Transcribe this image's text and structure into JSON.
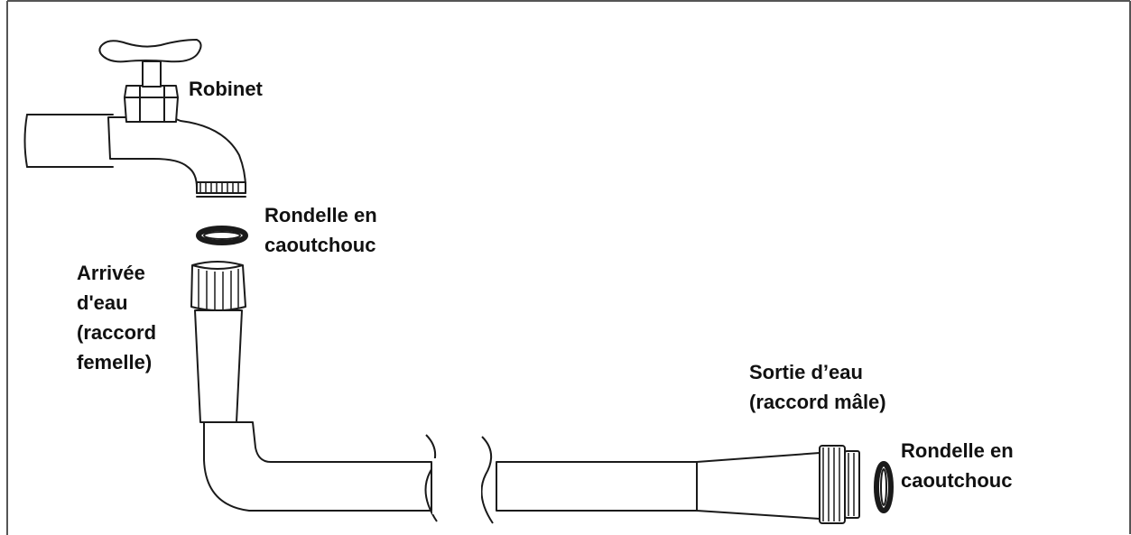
{
  "diagram": {
    "labels": {
      "faucet": [
        "Robinet"
      ],
      "washer_top": [
        "Rondelle en",
        "caoutchouc"
      ],
      "inlet": [
        "Arrivée",
        "d'eau",
        "(raccord",
        "femelle)"
      ],
      "outlet": [
        "Sortie d’eau",
        "(raccord mâle)"
      ],
      "washer_right": [
        "Rondelle en",
        "caoutchouc"
      ]
    },
    "colors": {
      "stroke": "#1a1a1a",
      "background": "#ffffff",
      "frame": "#555555"
    }
  }
}
